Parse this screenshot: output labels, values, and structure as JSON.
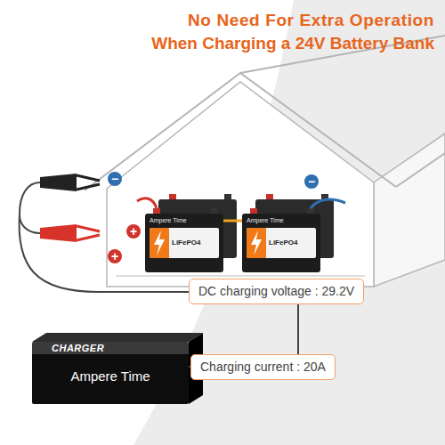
{
  "diagram": {
    "title": "No Need For Extra Operation When Charging a 24V Battery Bank",
    "nodes": [
      {
        "text": [
          "Ampere Time",
          "LiFePO4"
        ]
      },
      {
        "text": [
          "Ampere Time",
          "LiFePO4"
        ]
      },
      {
        "text": [
          "DC charging voltage : 29.2V"
        ]
      },
      {
        "text": [
          "CHARGER",
          "Ampere Time"
        ]
      },
      {
        "text": [
          "Charging current : 20A"
        ]
      }
    ],
    "edges": [
      {
        "from": 0,
        "to": 1,
        "arrow": "none"
      }
    ],
    "labels": [
      "−",
      "+",
      "+",
      "−"
    ]
  }
}
